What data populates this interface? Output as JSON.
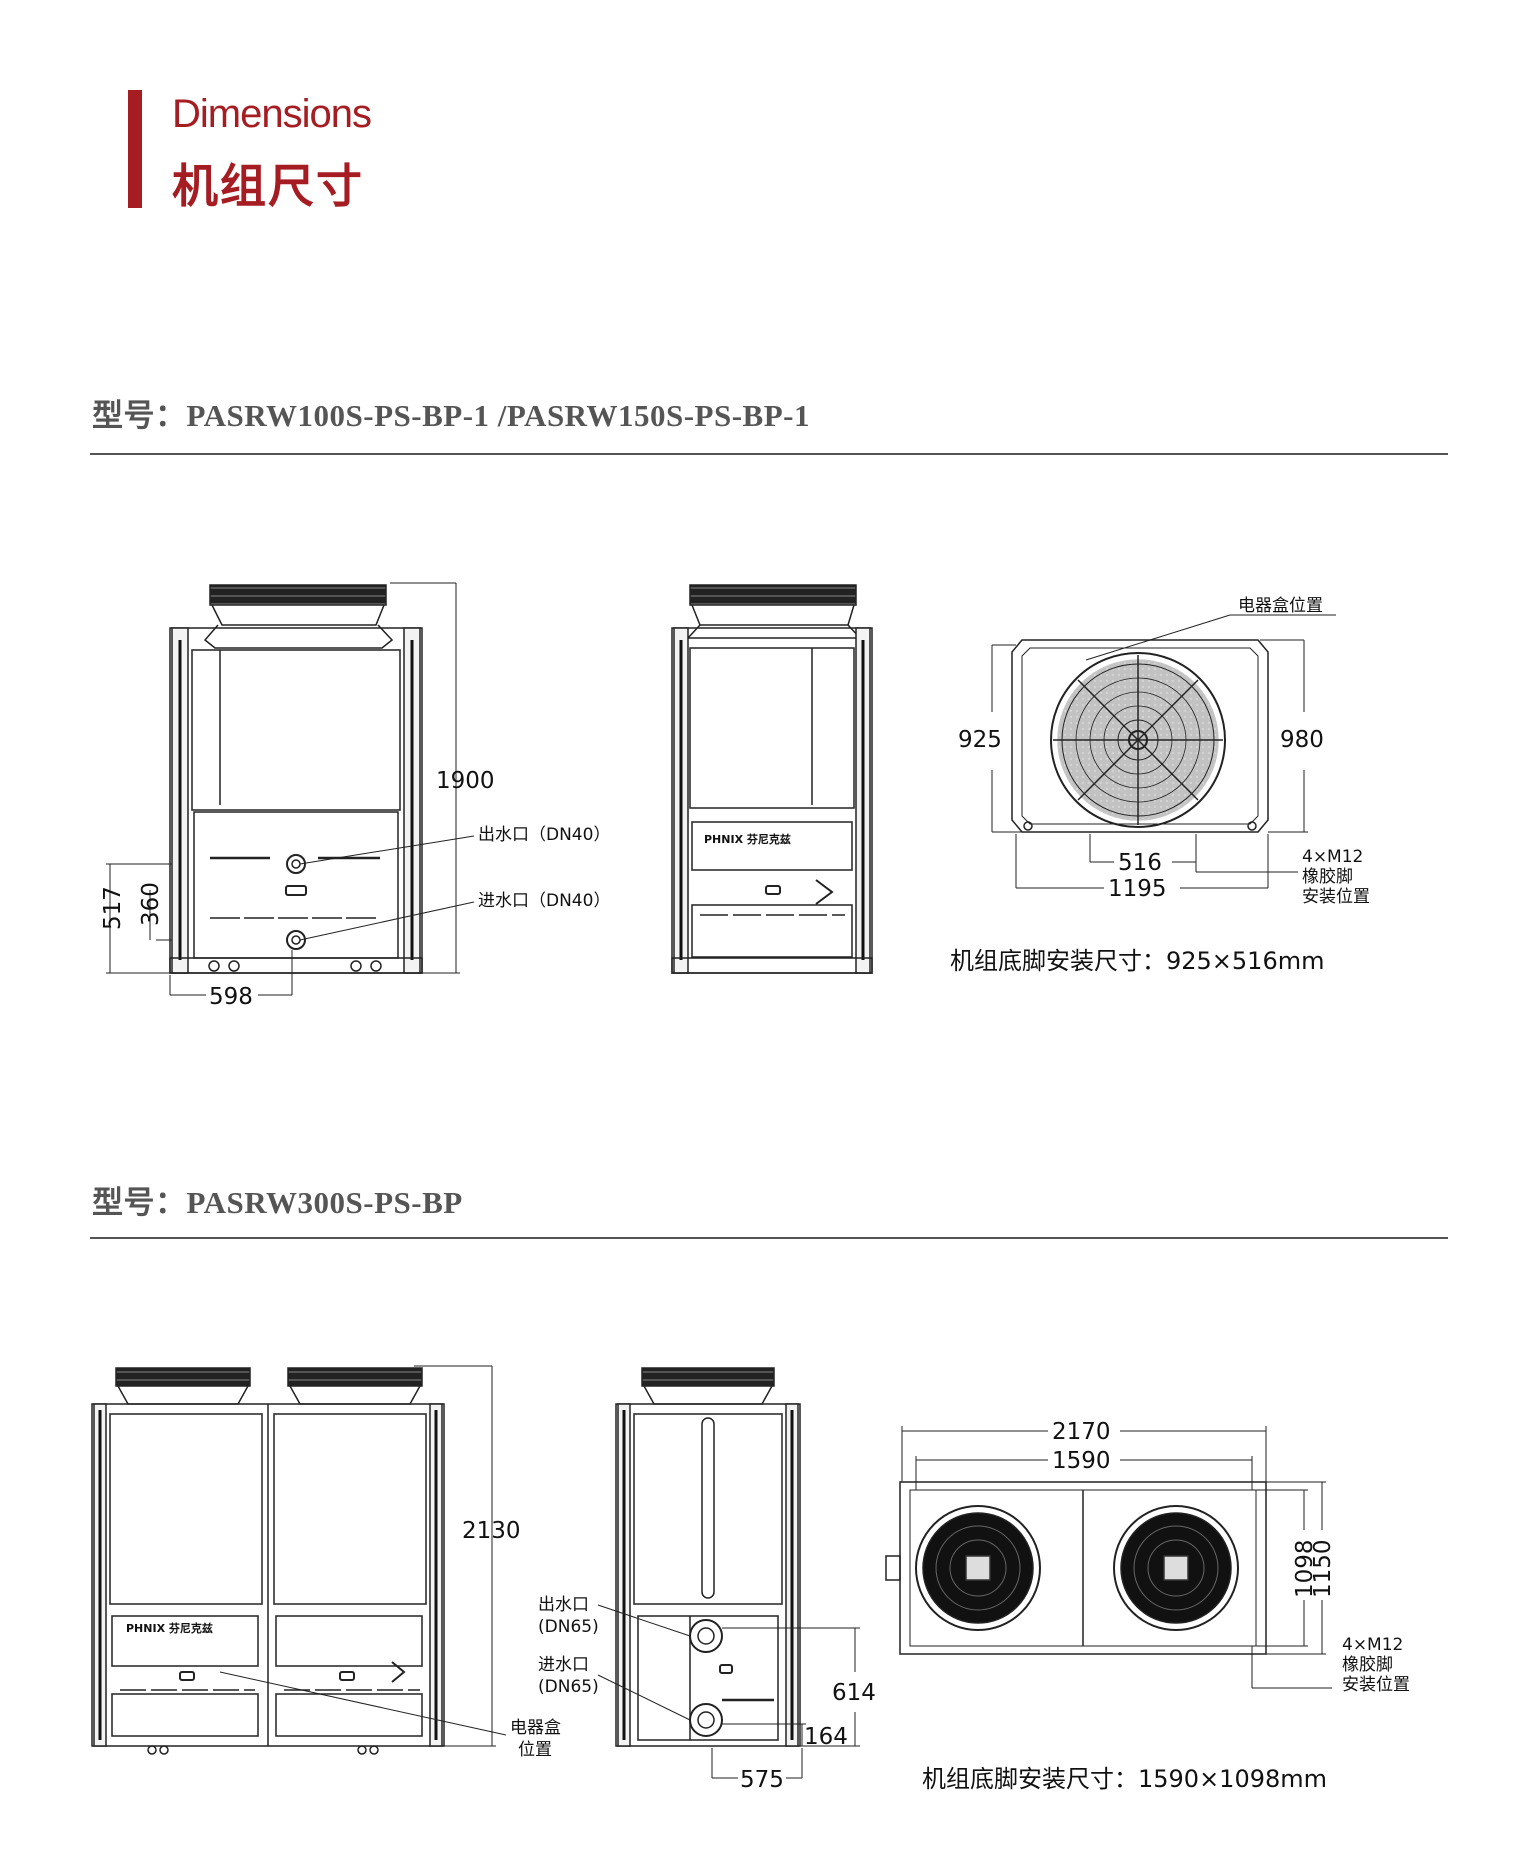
{
  "header": {
    "title_en": "Dimensions",
    "title_cn": "机组尺寸",
    "accent_color": "#a51d22"
  },
  "section1": {
    "model_label": "型号：PASRW100S-PS-BP-1 /PASRW150S-PS-BP-1",
    "front": {
      "height": "1900",
      "outlet": "出水口（DN40）",
      "inlet": "进水口（DN40）",
      "dim_517": "517",
      "dim_360": "360",
      "dim_598": "598"
    },
    "side": {
      "brand_logo": "PHNIX 芬尼克兹"
    },
    "top": {
      "electrical_box": "电器盒位置",
      "dim_925": "925",
      "dim_980": "980",
      "dim_516": "516",
      "dim_1195": "1195",
      "feet_line1": "4×M12",
      "feet_line2": "橡胶脚",
      "feet_line3": "安装位置"
    },
    "caption": "机组底脚安装尺寸：925×516mm"
  },
  "section2": {
    "model_label": "型号：PASRW300S-PS-BP",
    "front": {
      "height": "2130",
      "electrical_box_line1": "电器盒",
      "electrical_box_line2": "位置",
      "brand_logo": "PHNIX 芬尼克兹"
    },
    "side": {
      "outlet_line1": "出水口",
      "outlet_line2": "(DN65)",
      "inlet_line1": "进水口",
      "inlet_line2": "(DN65)",
      "dim_614": "614",
      "dim_164": "164",
      "dim_575": "575"
    },
    "top": {
      "dim_2170": "2170",
      "dim_1590": "1590",
      "dim_1098": "1098",
      "dim_1150": "1150",
      "feet_line1": "4×M12",
      "feet_line2": "橡胶脚",
      "feet_line3": "安装位置"
    },
    "caption": "机组底脚安装尺寸：1590×1098mm"
  }
}
